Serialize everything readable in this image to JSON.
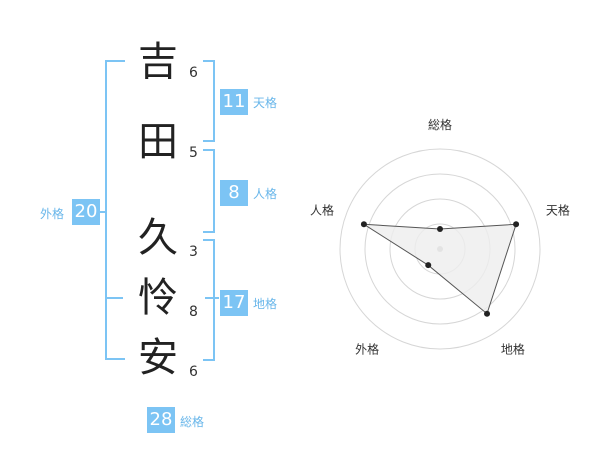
{
  "name": {
    "characters": [
      {
        "char": "吉",
        "strokes": "6"
      },
      {
        "char": "田",
        "strokes": "5"
      },
      {
        "char": "久",
        "strokes": "3"
      },
      {
        "char": "怜",
        "strokes": "8"
      },
      {
        "char": "安",
        "strokes": "6"
      }
    ]
  },
  "fortune": {
    "tenkaku": {
      "label": "天格",
      "value": "11"
    },
    "jinkaku": {
      "label": "人格",
      "value": "8"
    },
    "chikaku": {
      "label": "地格",
      "value": "17"
    },
    "gaikaku": {
      "label": "外格",
      "value": "20"
    },
    "soukaku": {
      "label": "総格",
      "value": "28"
    }
  },
  "chart_data": {
    "type": "radar",
    "axes": [
      "総格",
      "天格",
      "地格",
      "外格",
      "人格"
    ],
    "rings": 4,
    "values": [
      1,
      4,
      4,
      1,
      4
    ],
    "max": 5,
    "colors": {
      "fill": "#eeeeee",
      "stroke": "#555555",
      "grid": "#d6d6d6",
      "point": "#222222",
      "center": "#bbbbbb"
    }
  },
  "colors": {
    "accent": "#7cc4f4",
    "label": "#68b6ea"
  }
}
